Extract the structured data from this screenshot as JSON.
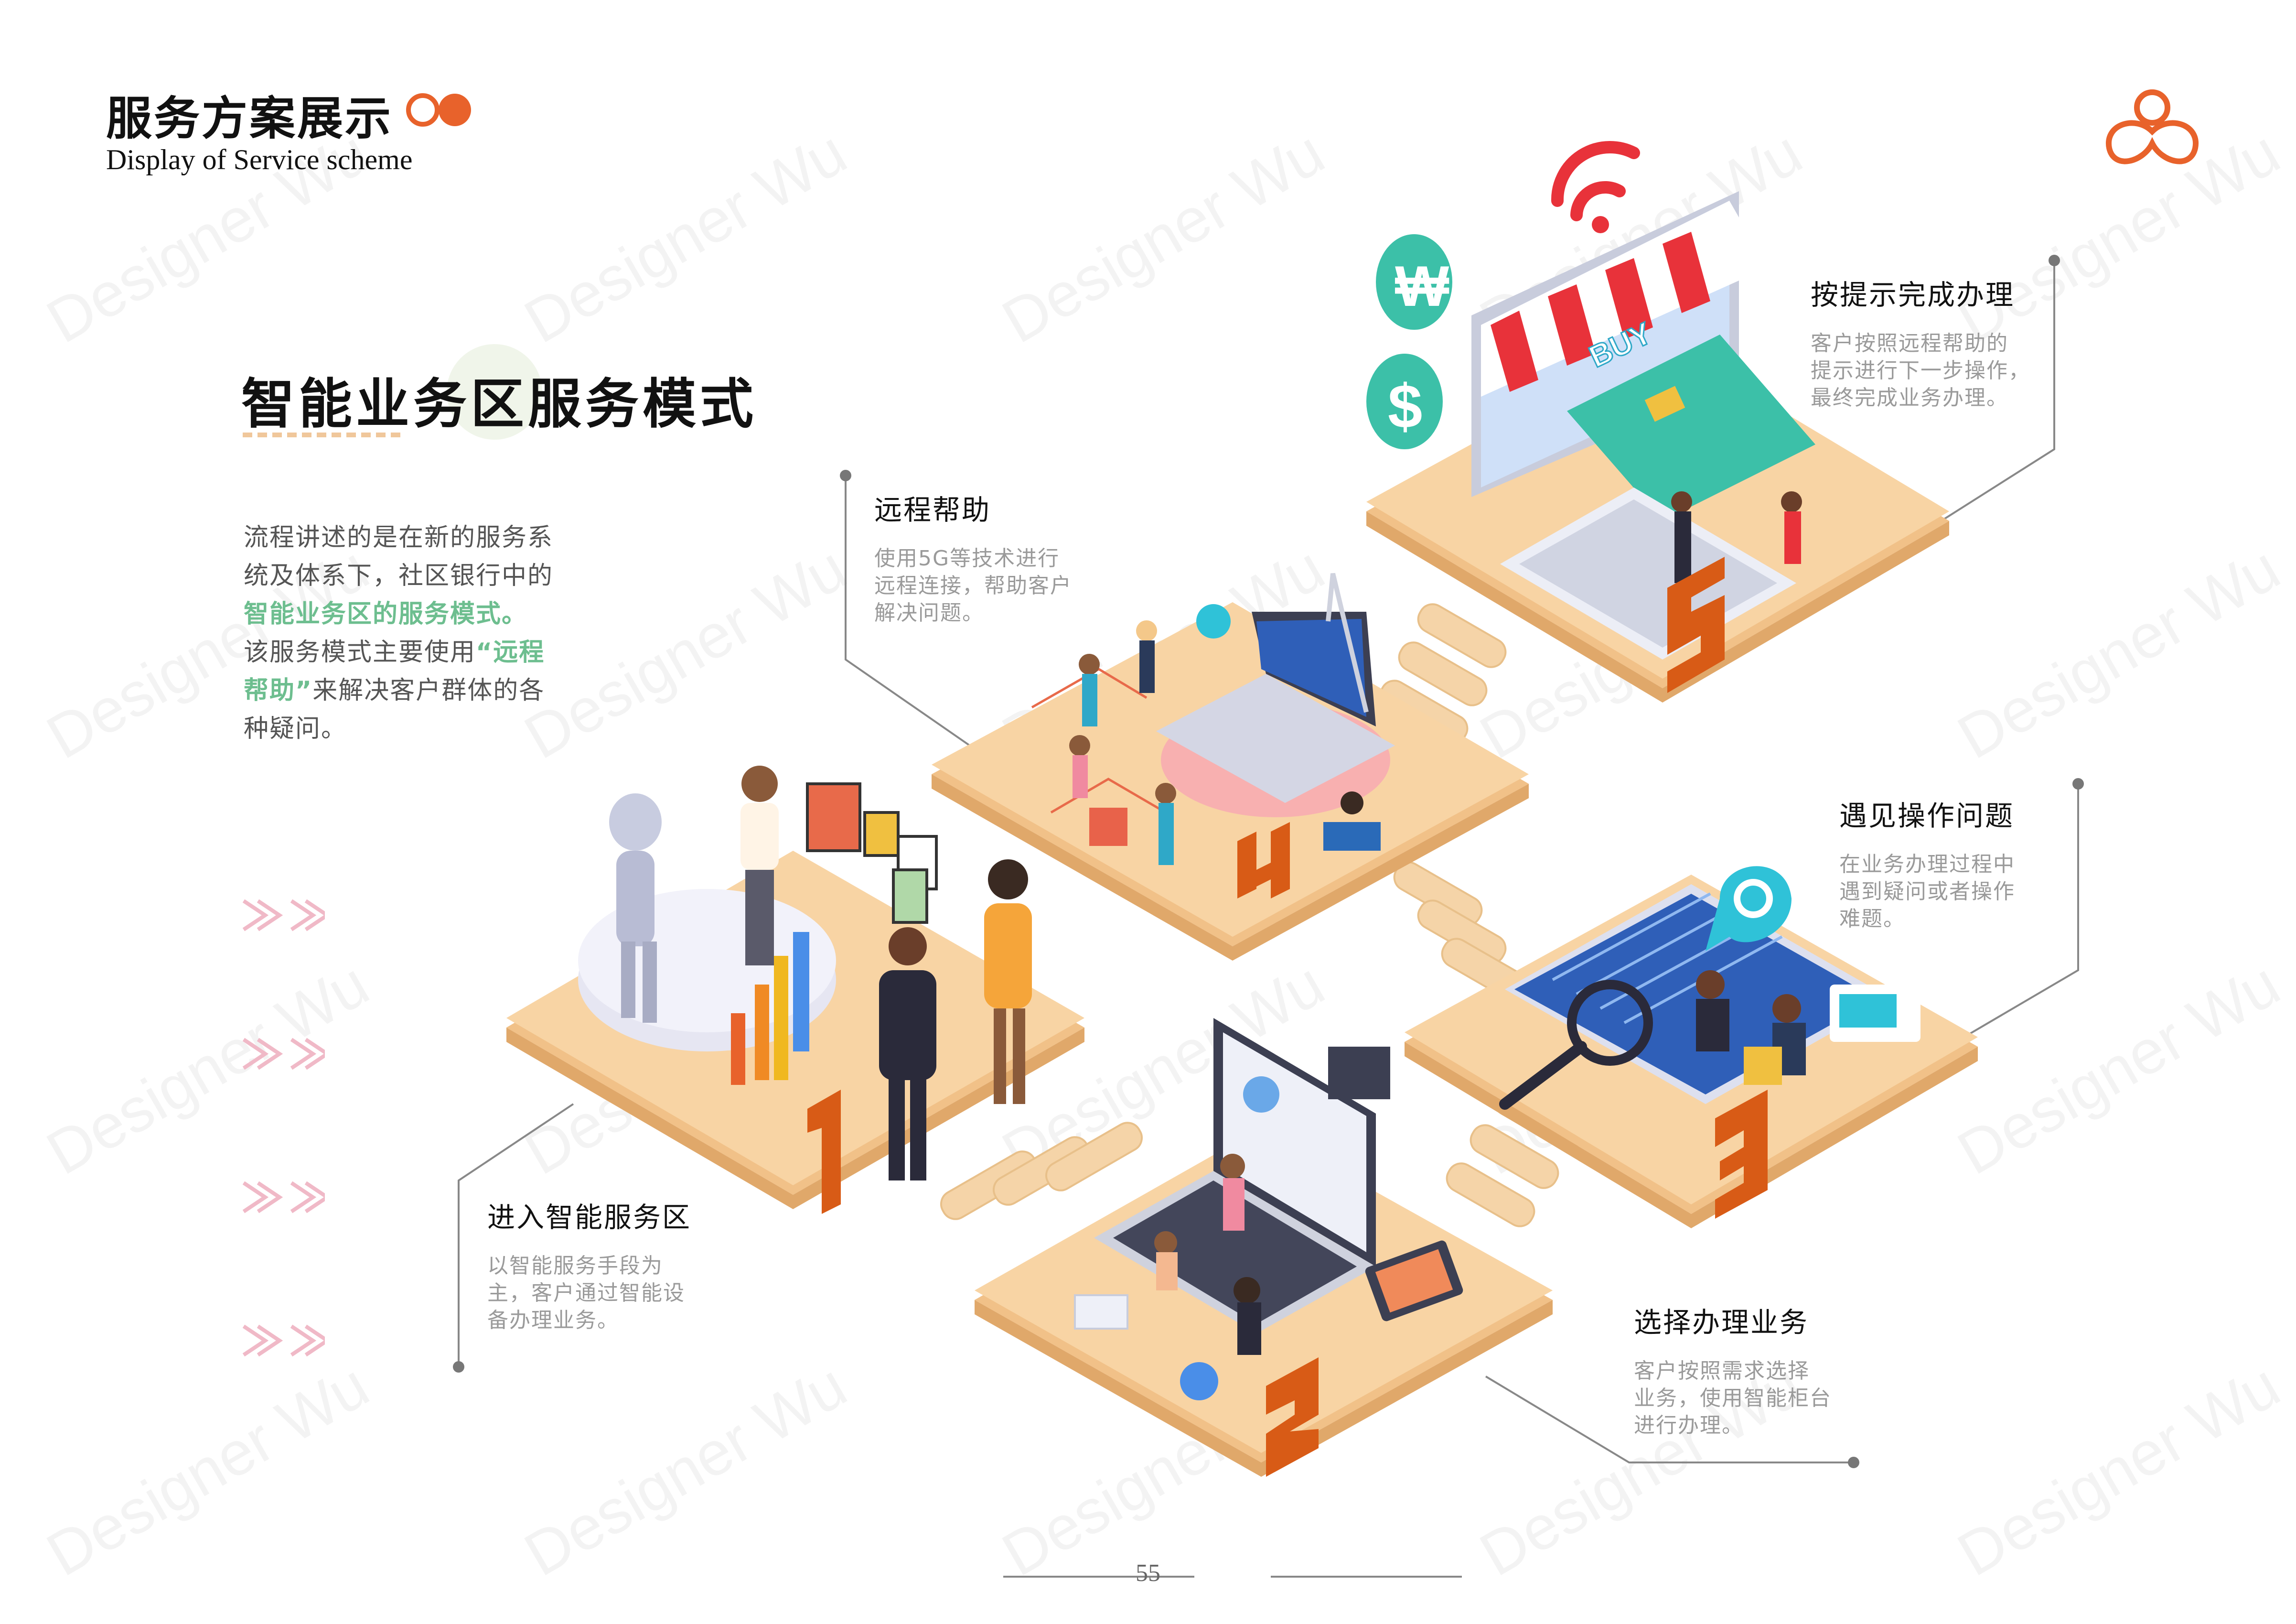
{
  "header": {
    "title": "服务方案展示",
    "subtitle": "Display of Service scheme"
  },
  "watermark": "Designer Wu",
  "section": {
    "title": "智能业务区服务模式",
    "intro": {
      "line1": "流程讲述的是在新的服务系",
      "line2": "统及体系下，社区银行中的",
      "line3_highlight": "智能业务区的服务模式。",
      "line4_a": "该服务模式主要使用",
      "line4_hl": "“远程",
      "line5_hl": "帮助”",
      "line5_b": "来解决客户群体的各",
      "line6": "种疑问。"
    }
  },
  "steps": [
    {
      "number": "1",
      "title": "进入智能服务区",
      "desc": [
        "以智能服务手段为",
        "主，客户通过智能设",
        "备办理业务。"
      ]
    },
    {
      "number": "2",
      "title": "选择办理业务",
      "desc": [
        "客户按照需求选择",
        "业务，使用智能柜台",
        "进行办理。"
      ]
    },
    {
      "number": "3",
      "title": "遇见操作问题",
      "desc": [
        "在业务办理过程中",
        "遇到疑问或者操作",
        "难题。"
      ]
    },
    {
      "number": "4",
      "title": "远程帮助",
      "desc": [
        "使用5G等技术进行",
        "远程连接，帮助客户",
        "解决问题。"
      ]
    },
    {
      "number": "5",
      "title": "按提示完成办理",
      "desc": [
        "客户按照远程帮助的",
        "提示进行下一步操作，",
        "最终完成业务办理。"
      ]
    }
  ],
  "illustration": {
    "buy_sign": "BUY",
    "currency_won": "₩",
    "currency_dollar": "$"
  },
  "page_number": "55",
  "colors": {
    "accent_orange": "#e8622b",
    "platform": "#f8d4a4",
    "highlight_green": "#6dbe8f",
    "number_orange": "#d85b16"
  }
}
